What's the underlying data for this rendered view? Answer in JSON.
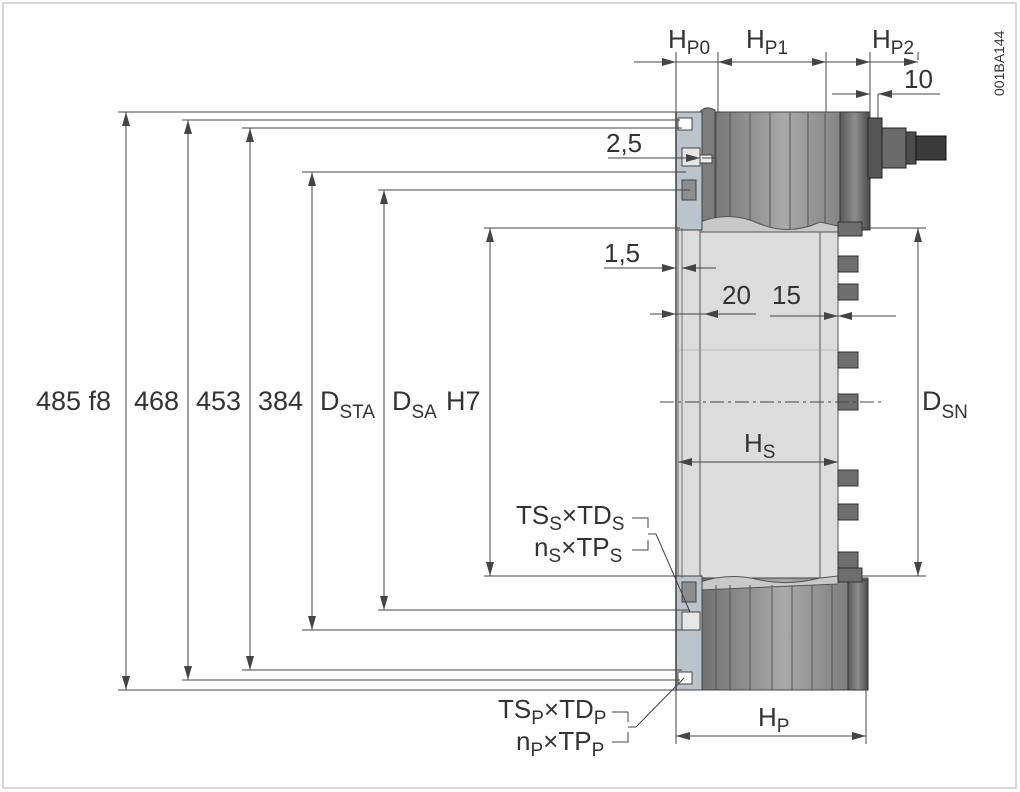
{
  "drawing_id": "001BA144",
  "diameters": {
    "d485": "485 f8",
    "d468": "468",
    "d453": "453",
    "d384": "384",
    "dsta": "D",
    "dsta_sub": "STA",
    "dsa": "D",
    "dsa_sub": "SA",
    "dsa_tol": "H7",
    "dsn": "D",
    "dsn_sub": "SN"
  },
  "top_dims": {
    "hp0": "H",
    "hp0_sub": "P0",
    "hp1": "H",
    "hp1_sub": "P1",
    "hp2": "H",
    "hp2_sub": "P2",
    "ten": "10"
  },
  "detail_dims": {
    "d25": "2,5",
    "d15": "1,5",
    "d20": "20",
    "d15b": "15",
    "hs": "H",
    "hs_sub": "S",
    "hp": "H",
    "hp_sub": "P"
  },
  "screws": {
    "s_ts": "TS",
    "s_ts_sub": "S",
    "s_td": "×TD",
    "s_td_sub": "S",
    "s_n": "n",
    "s_n_sub": "S",
    "s_tp": "×TP",
    "s_tp_sub": "S",
    "p_ts": "TS",
    "p_ts_sub": "P",
    "p_td": "×TD",
    "p_td_sub": "P",
    "p_n": "n",
    "p_n_sub": "P",
    "p_tp": "×TP",
    "p_tp_sub": "P"
  },
  "colors": {
    "frame": "#cccccc",
    "body_gray": "#8a8a8a",
    "body_light": "#d6d6d6",
    "body_dark": "#555555",
    "hub_gray": "#dcdcdc",
    "flange": "#b9c4cc",
    "line": "#444444"
  }
}
